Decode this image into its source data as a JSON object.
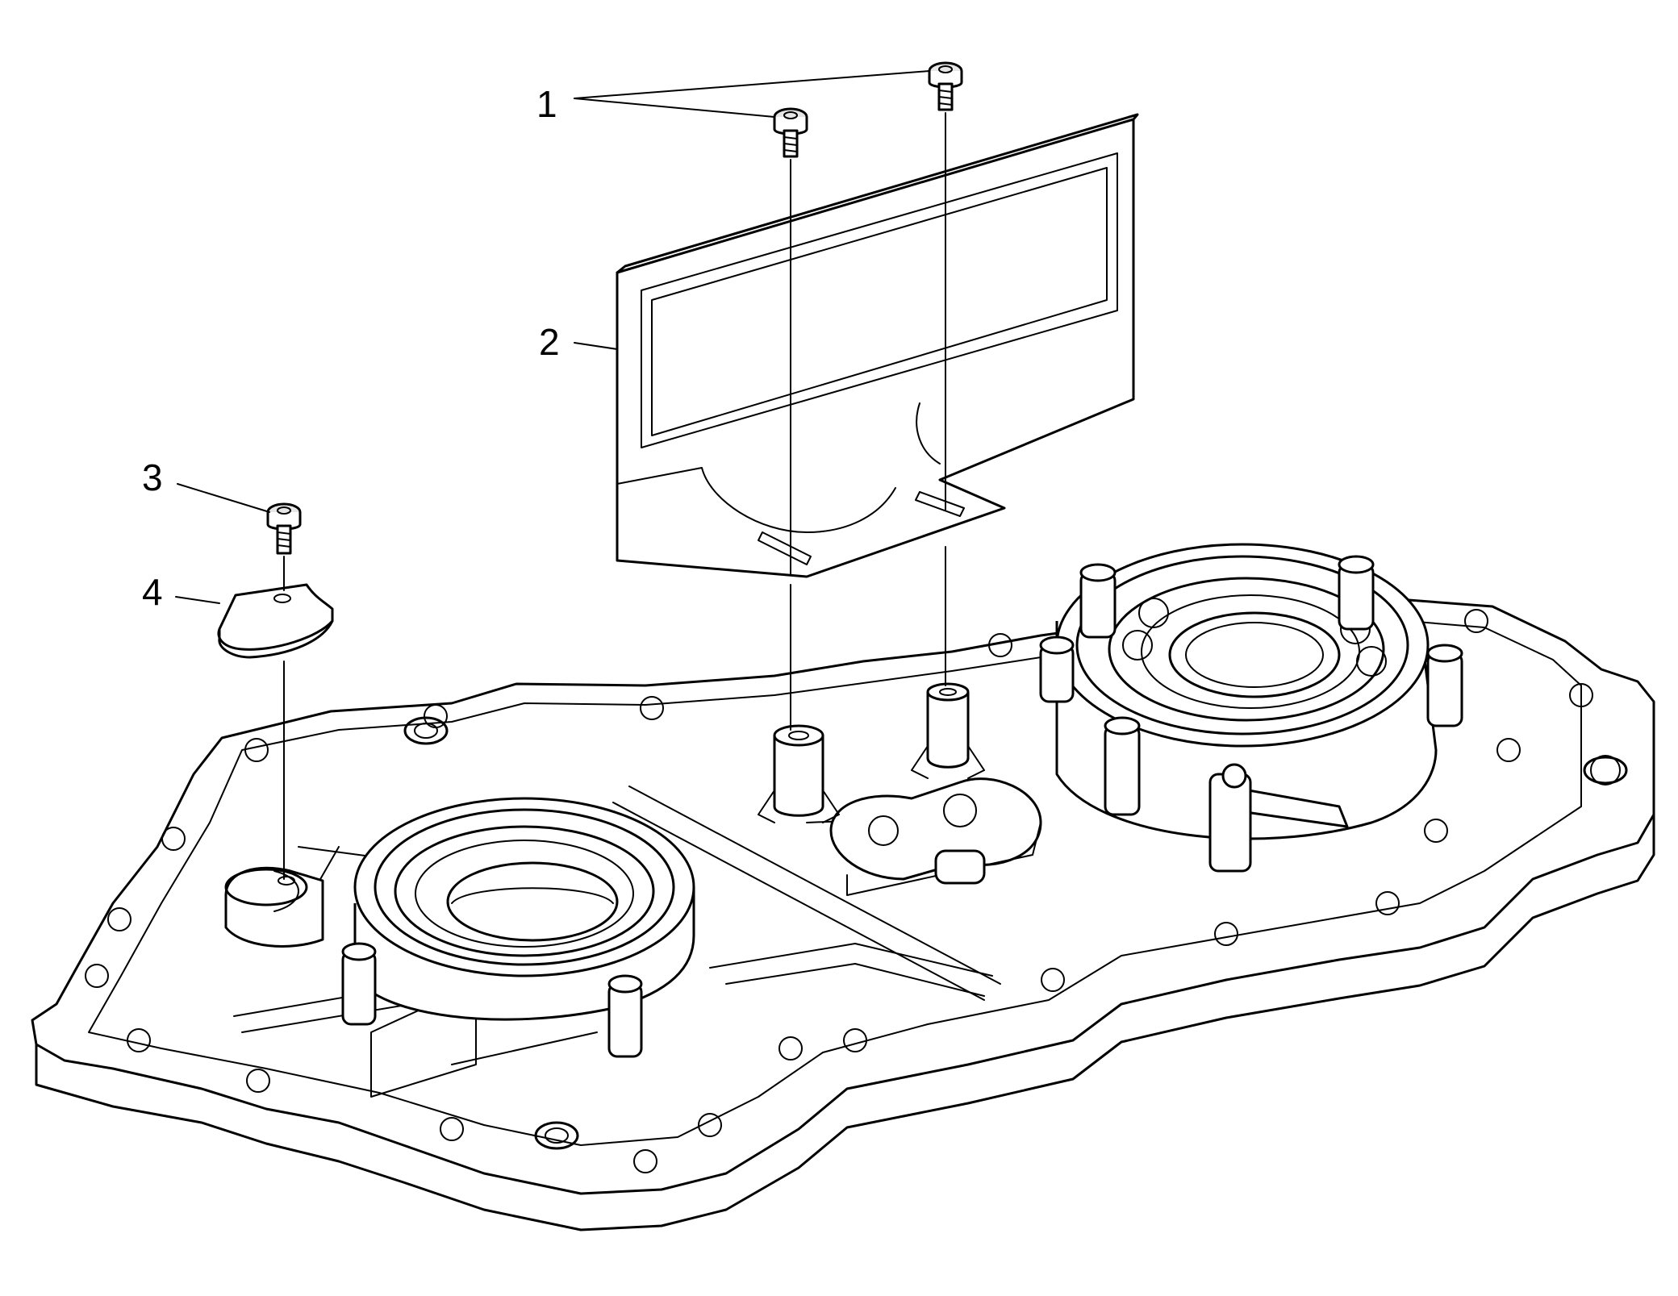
{
  "callouts": [
    {
      "id": "1",
      "label": "1"
    },
    {
      "id": "2",
      "label": "2"
    },
    {
      "id": "3",
      "label": "3"
    },
    {
      "id": "4",
      "label": "4"
    }
  ]
}
